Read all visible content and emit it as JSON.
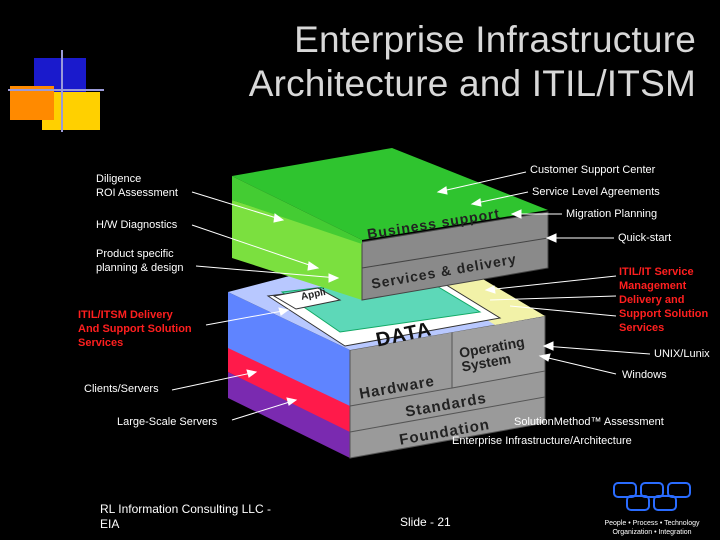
{
  "title": "Enterprise Infrastructure\nArchitecture and ITIL/ITSM",
  "labels_left": {
    "diligence": "Diligence\nROI Assessment",
    "hw_diag": "H/W Diagnostics",
    "product": "Product specific\nplanning & design",
    "itil_delivery": "ITIL/ITSM Delivery\nAnd Support Solution\nServices",
    "clients": "Clients/Servers",
    "large": "Large-Scale Servers"
  },
  "labels_right": {
    "csc": "Customer Support Center",
    "sla": "Service Level Agreements",
    "migration": "Migration Planning",
    "quickstart": "Quick-start",
    "itil_service": "ITIL/IT Service\nManagement\nDelivery and\nSupport Solution\nServices",
    "unix": "UNIX/Lunix",
    "windows": "Windows",
    "solution": "SolutionMethod™ Assessment",
    "enterprise": "Enterprise Infrastructure/Architecture"
  },
  "layers": {
    "business": "Business support",
    "services": "Services & delivery",
    "appli": "Appli",
    "data": "DATA",
    "os": "Operating\nSystem",
    "hardware": "Hardware",
    "standards": "Standards",
    "foundation": "Foundation"
  },
  "footer": {
    "company": "RL Information Consulting LLC -\nEIA",
    "slide": "Slide - 21",
    "tagline": "People • Process • Technology\nOrganization • Integration"
  },
  "colors": {
    "green_top": "#2fc42f",
    "green_side": "#6fdc3f",
    "blue_layer": "#6f8fff",
    "yellow": "#f0f0a0",
    "gray": "#8a8a8a",
    "red_band": "#ff1a4a",
    "purple_band": "#7a2ab0",
    "label_red": "#ff1f1f"
  }
}
